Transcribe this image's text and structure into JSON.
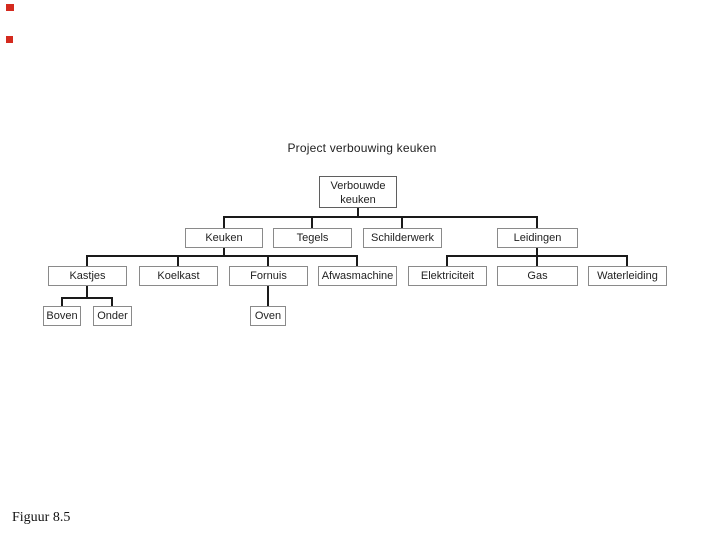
{
  "figure": {
    "title": "Project verbouwing keuken",
    "caption": "Figuur 8.5"
  },
  "colors": {
    "background": "#ffffff",
    "connector_line": "#1a1a1a",
    "box_border": "#8a8a8a",
    "root_box_border": "#5f5f5f",
    "box_fill": "#ffffff",
    "text": "#1f1f1f",
    "red_mark": "#d42a1e"
  },
  "tree": {
    "root": {
      "label": "Verbouwde keuken"
    },
    "level2": [
      {
        "label": "Keuken",
        "parent": "Verbouwde keuken"
      },
      {
        "label": "Tegels",
        "parent": "Verbouwde keuken"
      },
      {
        "label": "Schilderwerk",
        "parent": "Verbouwde keuken"
      },
      {
        "label": "Leidingen",
        "parent": "Verbouwde keuken"
      }
    ],
    "level3": [
      {
        "label": "Kastjes",
        "parent": "Keuken"
      },
      {
        "label": "Koelkast",
        "parent": "Keuken"
      },
      {
        "label": "Fornuis",
        "parent": "Keuken"
      },
      {
        "label": "Afwasmachine",
        "parent": "Keuken"
      },
      {
        "label": "Elektriciteit",
        "parent": "Leidingen"
      },
      {
        "label": "Gas",
        "parent": "Leidingen"
      },
      {
        "label": "Waterleiding",
        "parent": "Leidingen"
      }
    ],
    "level4": [
      {
        "label": "Boven",
        "parent": "Kastjes"
      },
      {
        "label": "Onder",
        "parent": "Kastjes"
      },
      {
        "label": "Oven",
        "parent": "Fornuis"
      }
    ]
  }
}
